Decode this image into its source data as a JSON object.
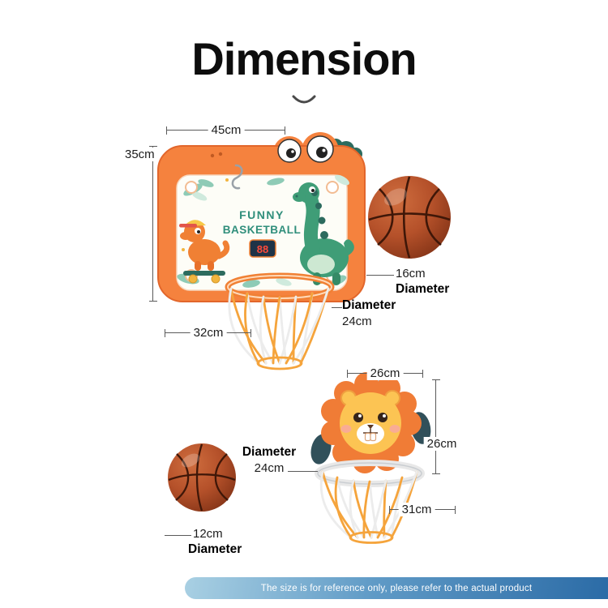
{
  "title": "Dimension",
  "board": {
    "width": "45cm",
    "height": "35cm",
    "bottom_width": "32cm",
    "hoop": {
      "label": "Diameter",
      "value": "24cm"
    },
    "art": {
      "line1": "FUNNY",
      "line2": "BASKETBALL",
      "score": "88"
    }
  },
  "ball_large": {
    "value": "16cm",
    "label": "Diameter"
  },
  "lion_hoop": {
    "width": "26cm",
    "height": "26cm",
    "bottom_width": "31cm",
    "hoop": {
      "label": "Diameter",
      "value": "24cm"
    }
  },
  "ball_small": {
    "value": "12cm",
    "label": "Diameter"
  },
  "footer": {
    "note": "The size is for reference only, please refer to the actual product"
  },
  "colors": {
    "accent_orange": "#f5823e",
    "teal_text": "#2f8e7b",
    "basketball": "#b04f28",
    "net_orange": "#f5a43c",
    "footer_blue": "#2e6da8"
  }
}
